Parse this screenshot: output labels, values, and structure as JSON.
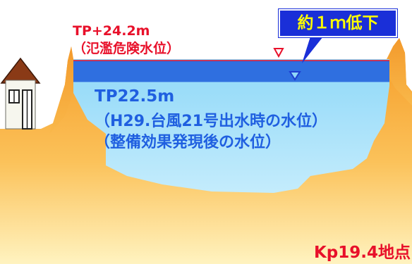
{
  "flood_danger_level": {
    "value_label": "TP+24.2m",
    "note": "（氾濫危険水位）"
  },
  "measured_level": {
    "value_label": "TP22.5m",
    "note_line1": "（H29.台風21号出水時の水位）",
    "note_line2": "（整備効果発現後の水位）"
  },
  "callout": {
    "text": "約１ｍ低下"
  },
  "location": {
    "label": "Kp19.4地点"
  },
  "colors": {
    "ground": "#f5a535",
    "ground_light": "#ffeaa0",
    "water": "#a9e3fb",
    "water_band": "#2f6fe0",
    "danger_marker": "#e8102a",
    "level_marker": "#1f3fd0"
  },
  "icons": [
    "house-icon",
    "danger-level-triangle-icon",
    "water-level-triangle-icon"
  ]
}
